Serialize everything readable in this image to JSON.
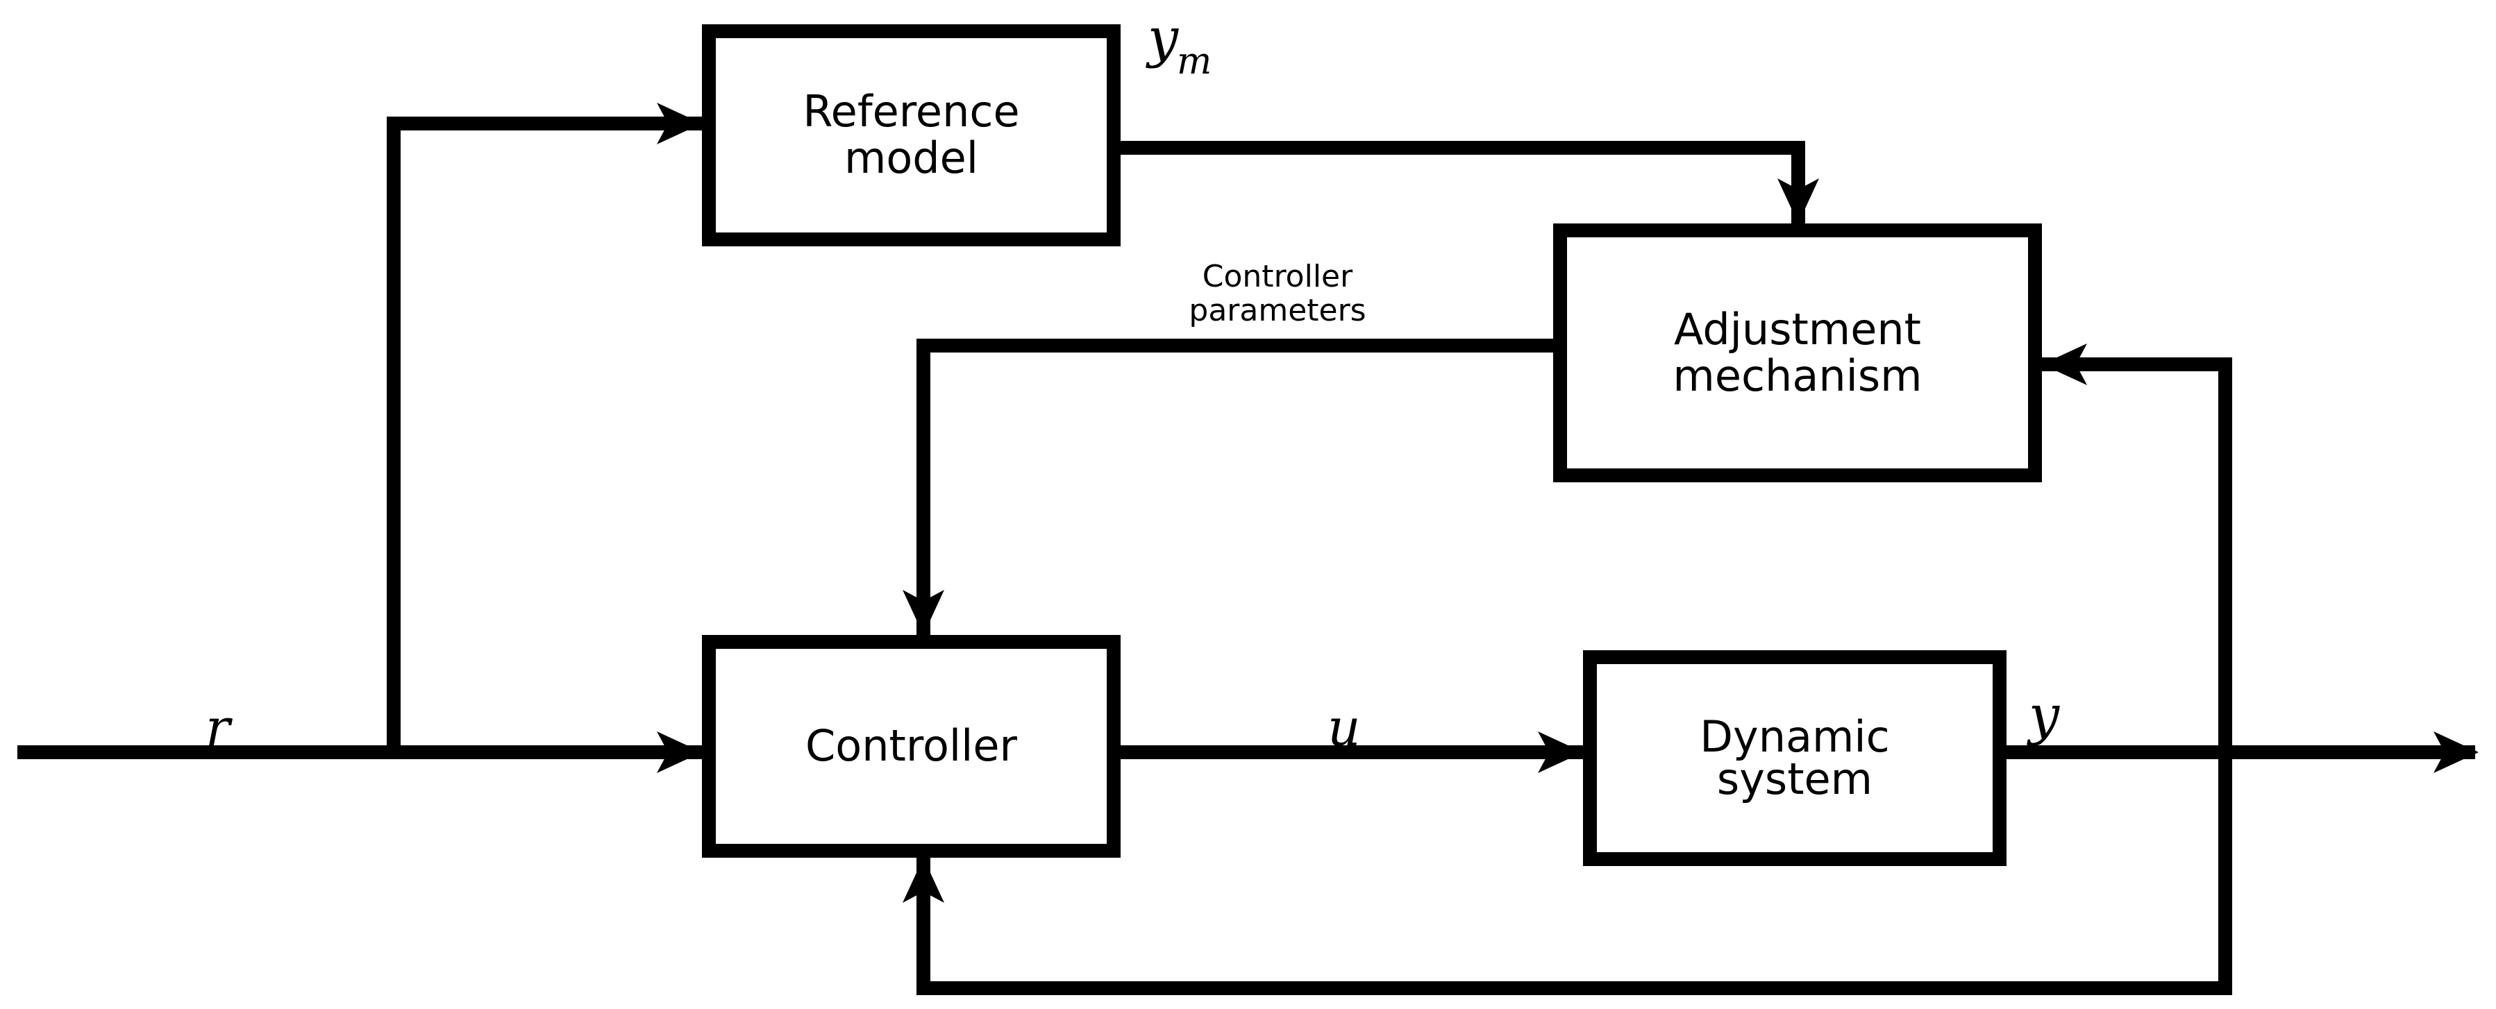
{
  "diagram": {
    "title": "Model Reference Adaptive Control block diagram",
    "stroke_color": "#000000",
    "background_color": "#ffffff",
    "fill_color": "#ffffff",
    "blocks": [
      {
        "id": "reference-model",
        "label": "Reference\nmodel"
      },
      {
        "id": "adjustment-mechanism",
        "label": "Adjustment\nmechanism"
      },
      {
        "id": "controller",
        "label": "Controller"
      },
      {
        "id": "dynamic-system",
        "label": "Dynamic\nsystem"
      }
    ],
    "signals": {
      "reference_input": "r",
      "model_output_base": "y",
      "model_output_sub": "m",
      "control_input": "u",
      "plant_output": "y",
      "controller_parameters": "Controller\nparameters"
    }
  }
}
